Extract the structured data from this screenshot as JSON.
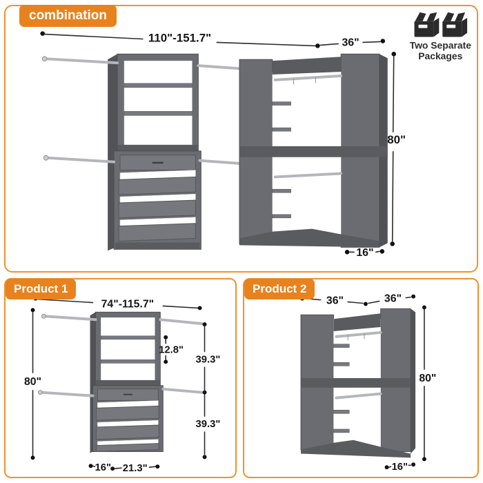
{
  "colors": {
    "panel_border": "#F0912C",
    "badge_background": "#E8821E",
    "badge_text": "#FFFFFF",
    "dimension_line": "#2A2A2A",
    "dimension_text": "#151515",
    "wood_gray": "#6B6C71",
    "package_icon": "#2B2B2B"
  },
  "combination": {
    "label": "combination",
    "dimensions": {
      "total_width_range": "110\"-151.7\"",
      "corner_top_width": "36\"",
      "height": "80\"",
      "depth": "16\""
    },
    "packages_note": {
      "line1": "Two Separate",
      "line2": "Packages"
    }
  },
  "product1": {
    "label": "Product 1",
    "dimensions": {
      "width_range": "74\"-115.7\"",
      "height": "80\"",
      "shelf_gap": "12.8\"",
      "upper_section_height": "39.3\"",
      "lower_section_height": "39.3\"",
      "depth": "16\"",
      "tower_width": "21.3\""
    }
  },
  "product2": {
    "label": "Product 2",
    "dimensions": {
      "left_width": "36\"",
      "right_width": "36\"",
      "height": "80\"",
      "depth": "16\""
    }
  }
}
